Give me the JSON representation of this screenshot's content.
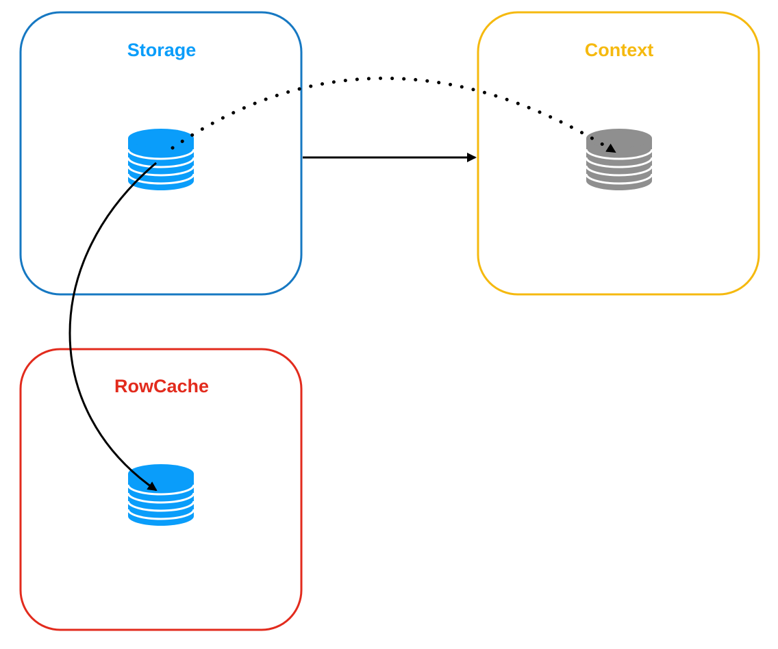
{
  "diagram": {
    "boxes": {
      "storage": {
        "title": "Storage",
        "color": "#1678c2",
        "title_color": "#0a9dfa"
      },
      "context": {
        "title": "Context",
        "color": "#f5b90f",
        "title_color": "#f5b90f"
      },
      "rowcache": {
        "title": "RowCache",
        "color": "#e22b1d",
        "title_color": "#e22b1d"
      }
    },
    "databases": {
      "storage_db": {
        "icon": "database-icon",
        "color": "#0a9dfa"
      },
      "context_db": {
        "icon": "database-icon",
        "color": "#8f8f8f"
      },
      "rowcache_db": {
        "icon": "database-icon",
        "color": "#0a9dfa"
      }
    },
    "arrows": [
      {
        "from": "storage",
        "to": "context",
        "style": "solid"
      },
      {
        "from": "storage_db",
        "to": "context_db",
        "style": "dotted"
      },
      {
        "from": "storage_db",
        "to": "rowcache_db",
        "style": "solid"
      }
    ]
  }
}
